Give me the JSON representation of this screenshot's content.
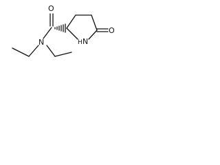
{
  "molecule": {
    "atoms": {
      "carbonyl_oxygen": "O",
      "amide_nitrogen": "N",
      "ring_nitrogen": "N",
      "ring_nitrogen_h": "H",
      "lactam_oxygen": "O"
    },
    "stereo_bond": "hashed-wedge"
  }
}
